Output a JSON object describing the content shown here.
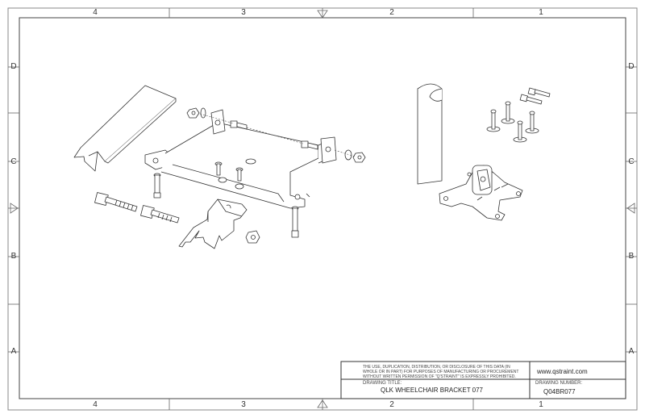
{
  "border": {
    "columns_top": [
      "4",
      "3",
      "2",
      "1"
    ],
    "columns_bottom": [
      "4",
      "3",
      "2",
      "1"
    ],
    "rows_left": [
      "D",
      "C",
      "B",
      "A"
    ],
    "rows_right": [
      "D",
      "C",
      "B",
      "A"
    ]
  },
  "title_block": {
    "disclaimer_line1": "THE USE, DUPLICATION, DISTRIBUTION, OR DISCLOSURE OF THIS DATA (IN",
    "disclaimer_line2": "WHOLE OR IN PART) FOR PURPOSES OF MANUFACTURING OR PROCUREMENT",
    "disclaimer_line3": "WITHOUT WRITTEN PERMISSION OF \"Q'STRAINT\" IS EXPRESSLY PROHIBITED.",
    "website": "www.qstraint.com",
    "drawing_title_label": "DRAWING TITLE:",
    "drawing_title": "QLK WHEELCHAIR BRACKET 077",
    "drawing_number_label": "DRAWING NUMBER:",
    "drawing_number": "Q04BR077"
  }
}
